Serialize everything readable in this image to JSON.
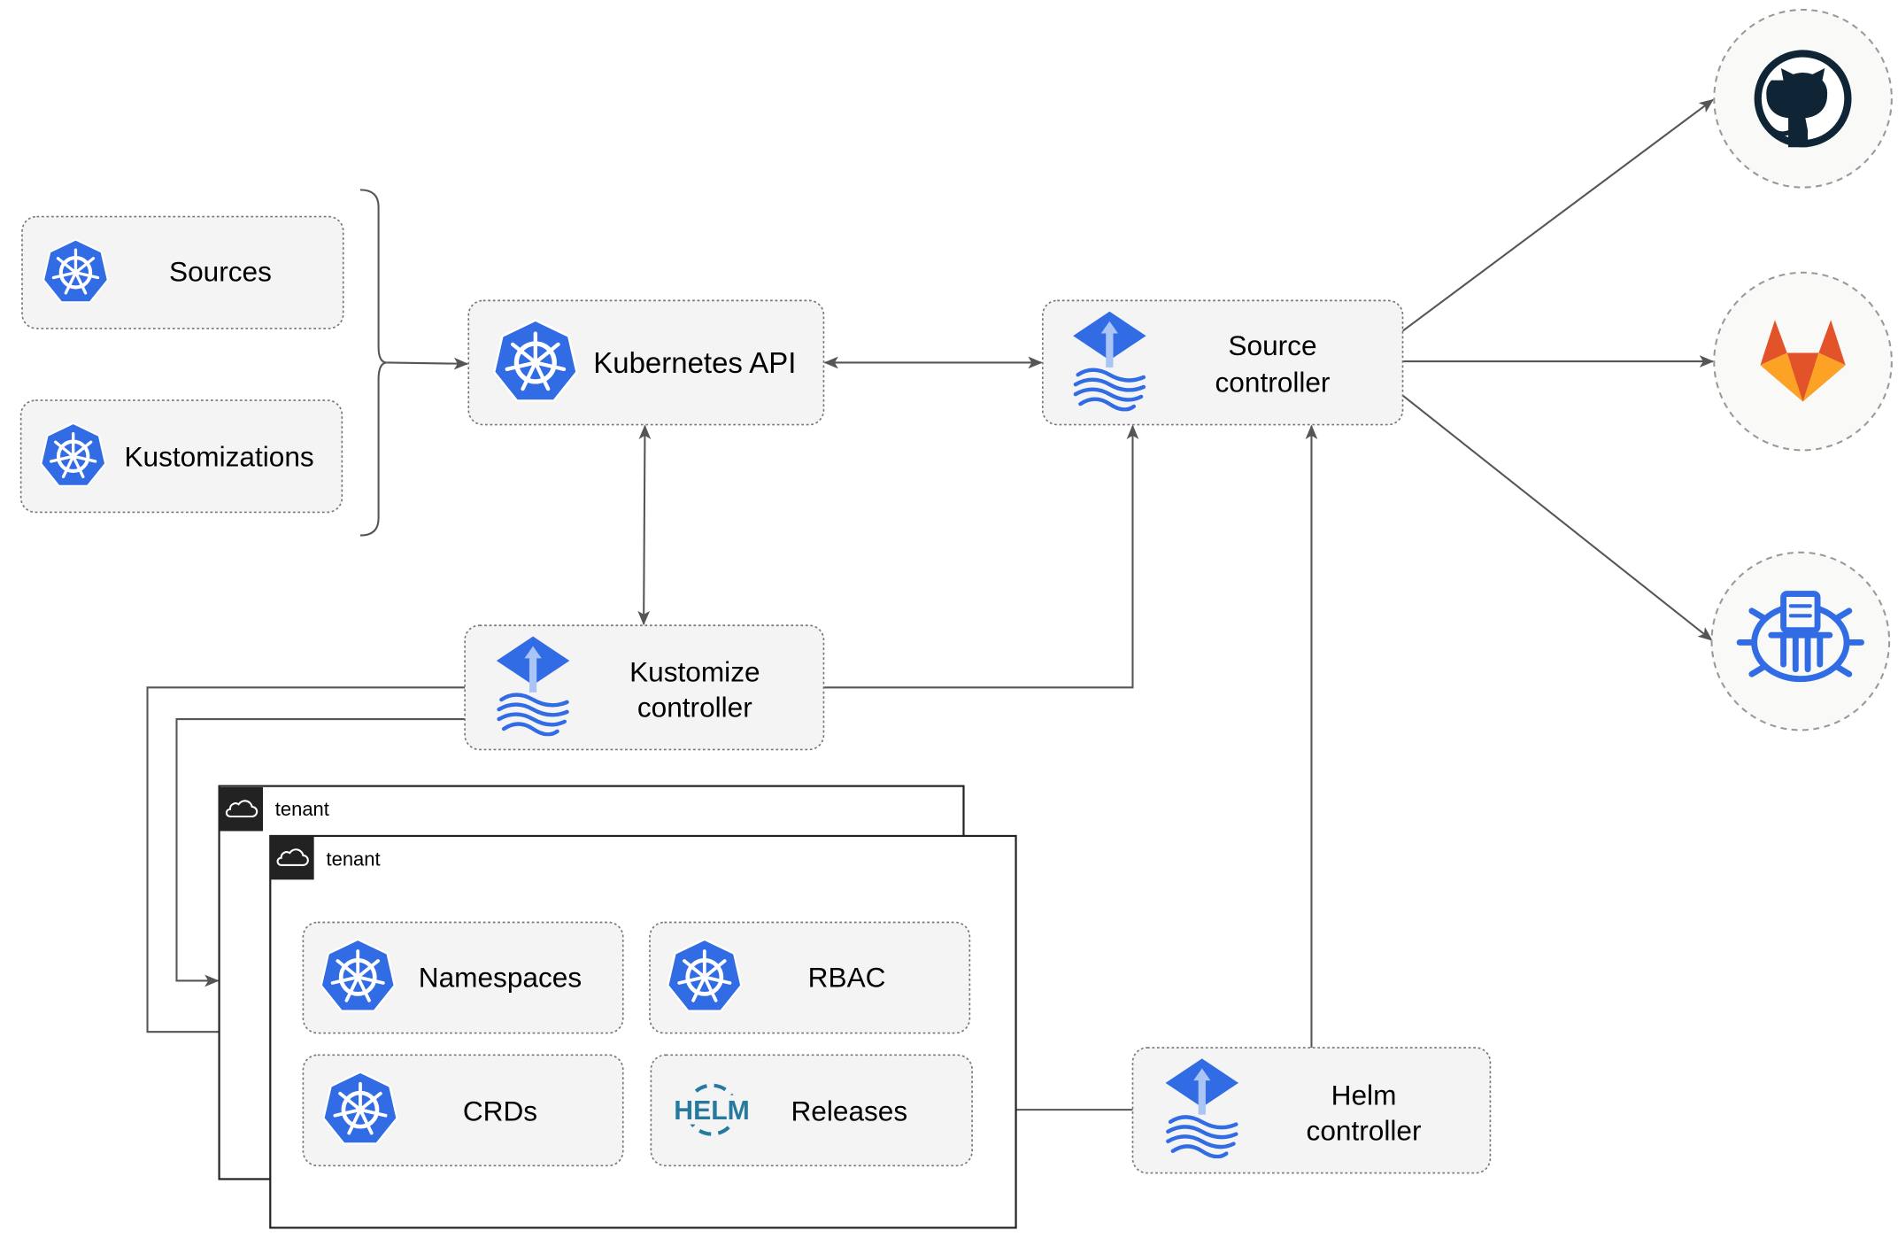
{
  "colors": {
    "kubernetes_blue": "#326ce5",
    "helm_blue": "#277a9f",
    "github_dark": "#0f2536",
    "gitlab_orange": "#e2532a",
    "gitlab_yellow": "#fca326",
    "connector": "#555555"
  },
  "nodes": {
    "sources": {
      "label": "Sources",
      "icon": "kubernetes-icon"
    },
    "kustomizations": {
      "label": "Kustomizations",
      "icon": "kubernetes-icon"
    },
    "kubernetes_api": {
      "label": "Kubernetes API",
      "icon": "kubernetes-icon"
    },
    "source_controller": {
      "line1": "Source",
      "line2": "controller",
      "icon": "flux-icon"
    },
    "kustomize_controller": {
      "line1": "Kustomize",
      "line2": "controller",
      "icon": "flux-icon"
    },
    "helm_controller": {
      "line1": "Helm",
      "line2": "controller",
      "icon": "flux-icon"
    },
    "namespaces": {
      "label": "Namespaces",
      "icon": "kubernetes-icon"
    },
    "rbac": {
      "label": "RBAC",
      "icon": "kubernetes-icon"
    },
    "crds": {
      "label": "CRDs",
      "icon": "kubernetes-icon"
    },
    "releases": {
      "label": "Releases",
      "icon": "helm-icon"
    }
  },
  "tenants": [
    {
      "label": "tenant",
      "icon": "cloud-icon"
    },
    {
      "label": "tenant",
      "icon": "cloud-icon"
    }
  ],
  "helm_logo_text": "HELM",
  "external_sources": [
    {
      "icon": "github-icon"
    },
    {
      "icon": "gitlab-icon"
    },
    {
      "icon": "bucket-icon"
    }
  ]
}
